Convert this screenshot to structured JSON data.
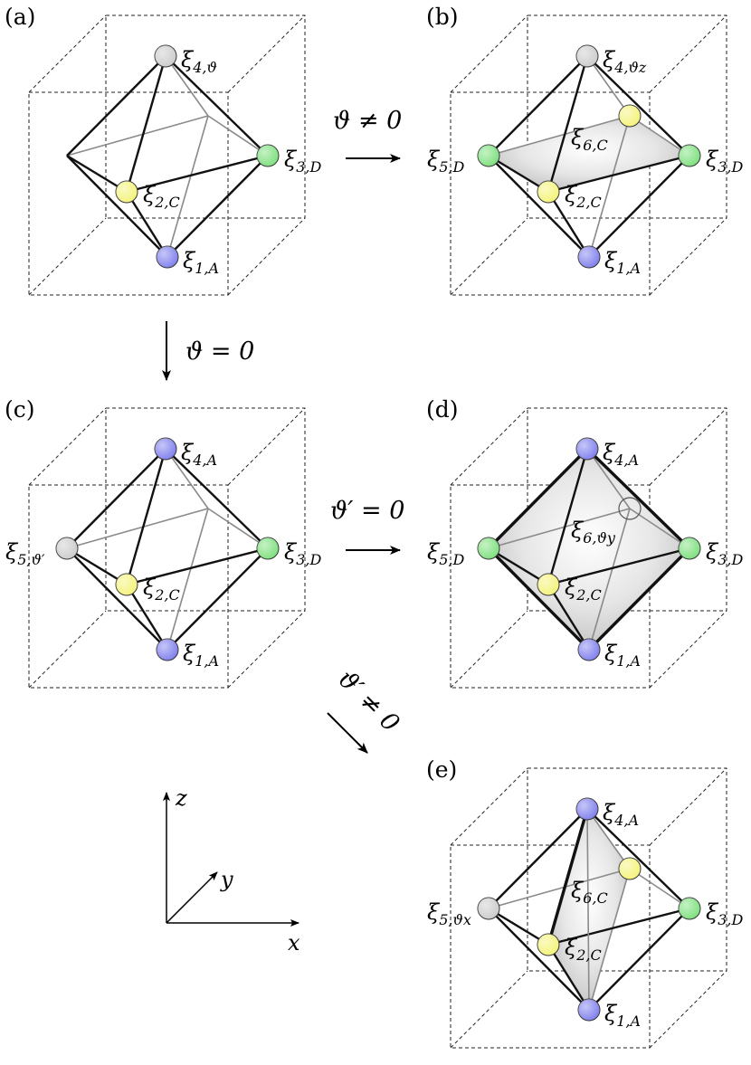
{
  "colors": {
    "A": "#8080ee",
    "C": "#f4f37a",
    "D": "#7ee07e",
    "theta": "#cccccc"
  },
  "panels": [
    {
      "label": "(a)",
      "shade": "none",
      "nodes": [
        {
          "key": "top",
          "sym": "ξ",
          "sub": "4,ϑ",
          "kind": "theta"
        },
        {
          "key": "right",
          "sym": "ξ",
          "sub": "3,D",
          "kind": "D"
        },
        {
          "key": "front",
          "sym": "ξ",
          "sub": "2,C",
          "kind": "C"
        },
        {
          "key": "bottom",
          "sym": "ξ",
          "sub": "1,A",
          "kind": "A"
        }
      ]
    },
    {
      "label": "(b)",
      "shade": "equator",
      "nodes": [
        {
          "key": "top",
          "sym": "ξ",
          "sub": "4,ϑz",
          "kind": "theta"
        },
        {
          "key": "left",
          "sym": "ξ",
          "sub": "5,D",
          "kind": "D"
        },
        {
          "key": "right",
          "sym": "ξ",
          "sub": "3,D",
          "kind": "D"
        },
        {
          "key": "back",
          "sym": "ξ",
          "sub": "6,C",
          "kind": "C"
        },
        {
          "key": "front",
          "sym": "ξ",
          "sub": "2,C",
          "kind": "C"
        },
        {
          "key": "bottom",
          "sym": "ξ",
          "sub": "1,A",
          "kind": "A"
        }
      ]
    },
    {
      "label": "(c)",
      "shade": "none",
      "nodes": [
        {
          "key": "top",
          "sym": "ξ",
          "sub": "4,A",
          "kind": "A"
        },
        {
          "key": "left",
          "sym": "ξ",
          "sub": "5,ϑ′",
          "kind": "theta"
        },
        {
          "key": "right",
          "sym": "ξ",
          "sub": "3,D",
          "kind": "D"
        },
        {
          "key": "front",
          "sym": "ξ",
          "sub": "2,C",
          "kind": "C"
        },
        {
          "key": "bottom",
          "sym": "ξ",
          "sub": "1,A",
          "kind": "A"
        }
      ]
    },
    {
      "label": "(d)",
      "shade": "full",
      "nodes": [
        {
          "key": "top",
          "sym": "ξ",
          "sub": "4,A",
          "kind": "A"
        },
        {
          "key": "left",
          "sym": "ξ",
          "sub": "5,D",
          "kind": "D"
        },
        {
          "key": "right",
          "sym": "ξ",
          "sub": "3,D",
          "kind": "D"
        },
        {
          "key": "back",
          "sym": "ξ",
          "sub": "6,ϑy",
          "kind": "hollow"
        },
        {
          "key": "front",
          "sym": "ξ",
          "sub": "2,C",
          "kind": "C"
        },
        {
          "key": "bottom",
          "sym": "ξ",
          "sub": "1,A",
          "kind": "A"
        }
      ]
    },
    {
      "label": "(e)",
      "shade": "meridian",
      "nodes": [
        {
          "key": "top",
          "sym": "ξ",
          "sub": "4,A",
          "kind": "A"
        },
        {
          "key": "left",
          "sym": "ξ",
          "sub": "5,ϑx",
          "kind": "theta"
        },
        {
          "key": "right",
          "sym": "ξ",
          "sub": "3,D",
          "kind": "D"
        },
        {
          "key": "back",
          "sym": "ξ",
          "sub": "6,C",
          "kind": "C"
        },
        {
          "key": "front",
          "sym": "ξ",
          "sub": "2,C",
          "kind": "C"
        },
        {
          "key": "bottom",
          "sym": "ξ",
          "sub": "1,A",
          "kind": "A"
        }
      ]
    }
  ],
  "arrows": [
    {
      "id": "a-to-b",
      "label": "ϑ ≠ 0"
    },
    {
      "id": "a-to-c",
      "label": "ϑ = 0"
    },
    {
      "id": "c-to-d",
      "label": "ϑ′ = 0"
    },
    {
      "id": "c-to-e",
      "label": "ϑ′ ≠ 0"
    }
  ],
  "axes": {
    "x": "x",
    "y": "y",
    "z": "z"
  }
}
